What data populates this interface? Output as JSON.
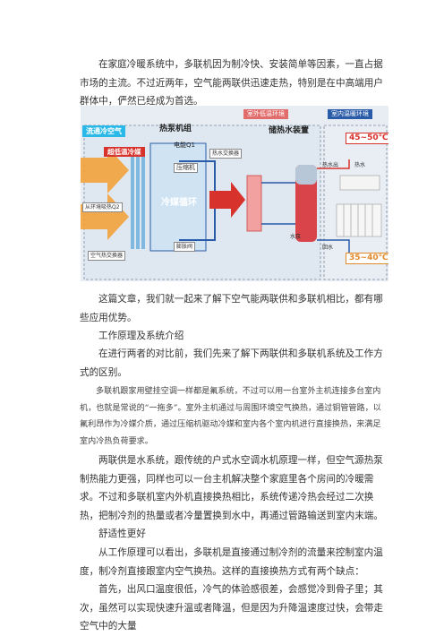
{
  "paragraphs": {
    "p1": "在家庭冷暖系统中，多联机因为制冷快、安装简单等因素，一直占据市场的主流。不过近两年，空气能两联供迅速走热，特别是在中高端用户群体中，俨然已经成为首选。",
    "p2": "这篇文章，我们就一起来了解下空气能两联供和多联机相比，都有哪些应用优势。",
    "p3": "工作原理及系统介绍",
    "p4": "在进行两者的对比前，我们先来了解下两联供和多联机系统及工作方式的区别。",
    "p5": "多联机跟家用壁挂空调一样都是氟系统，不过可以用一台室外主机连接多台室内机，也就是常说的“一拖多”。室外主机通过与周围环境空气换热，通过铜管管路，以氟利昂作为冷媒介质，通过压缩机驱动冷媒和室内各个室内机进行直接换热，来满足室内冷热负荷要求。",
    "p6": "两联供是水系统，跟传统的户式水空调水机原理一样，但空气源热泵制热能力更强，同样也可以一台主机解决整个家庭里各个房间的冷暖需求。不过和多联机室内外机直接换热相比，系统传递冷热会经过二次换热，把制冷剂的热量或者冷量置换到水中，再通过管路输送到室内末端。",
    "p7": "舒适性更好",
    "p8": "从工作原理可以看出，多联机是直接通过制冷剂的流量来控制室内温度，制冷剂直接跟室内空气换热。这样的直接换热方式有两个缺点：",
    "p9": "首先，出风口温度很低，冷气的体验感很差，会感觉冷到骨子里；其次，虽然可以实现快速升温或者降温，但是因为升降温速度过快，会带走空气中的大量"
  },
  "diagram": {
    "tag_flow": "流通冷空气",
    "tag_refrigerant": "超低温冷媒",
    "tag_heatpump": "热泵机组",
    "tag_outdoor": "室外低温环境",
    "tag_indoor": "室内温暖环境",
    "tag_storage": "储热水装置",
    "power": "电能Q1",
    "compressor": "压缩机",
    "exchanger": "热水交换器",
    "cycle": "冷媒循环",
    "air_heat": "从环境吸热Q2",
    "outdoor_unit": "空气热交换器",
    "throttle": "膨胀阀",
    "hot_out": "热水出",
    "hot_label": "热水",
    "return_label": "回水",
    "pump": "水泵",
    "temp_high": "45~50℃",
    "temp_low": "35~40℃"
  },
  "colors": {
    "cyan": "#29b8e8",
    "red": "#d8322c",
    "pink": "#e26b6b",
    "yellow": "#f3e64a",
    "blue": "#2a5ba8"
  }
}
